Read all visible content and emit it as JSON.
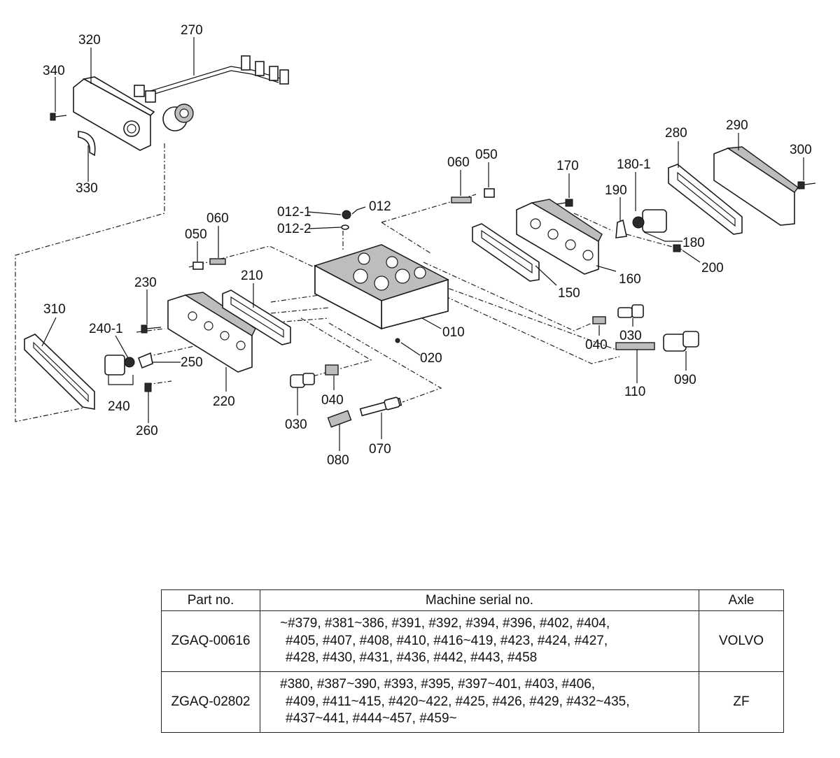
{
  "callouts": {
    "c320": "320",
    "c270": "270",
    "c340": "340",
    "c330": "330",
    "c280": "280",
    "c290": "290",
    "c300": "300",
    "c060a": "060",
    "c050a": "050",
    "c170": "170",
    "c1801": "180-1",
    "c190": "190",
    "c180": "180",
    "c200": "200",
    "c0121": "012-1",
    "c012": "012",
    "c0122": "012-2",
    "c050b": "050",
    "c060b": "060",
    "c210": "210",
    "c230": "230",
    "c150": "150",
    "c160": "160",
    "c310": "310",
    "c2401": "240-1",
    "c250": "250",
    "c240": "240",
    "c220": "220",
    "c260": "260",
    "c010": "010",
    "c020": "020",
    "c040a": "040",
    "c030a": "030",
    "c090": "090",
    "c110": "110",
    "c030b": "030",
    "c040b": "040",
    "c080": "080",
    "c070": "070"
  },
  "table": {
    "headers": {
      "part": "Part no.",
      "serial": "Machine serial no.",
      "axle": "Axle"
    },
    "rows": [
      {
        "part": "ZGAQ-00616",
        "serial_lines": [
          "~#379, #381~386, #391, #392, #394, #396, #402, #404,",
          "#405, #407, #408, #410, #416~419, #423, #424, #427,",
          "#428, #430, #431, #436, #442, #443, #458"
        ],
        "axle": "VOLVO"
      },
      {
        "part": "ZGAQ-02802",
        "serial_lines": [
          "#380, #387~390, #393, #395, #397~401, #403, #406,",
          "#409, #411~415, #420~422, #425, #426, #429, #432~435,",
          "#437~441, #444~457, #459~"
        ],
        "axle": "ZF"
      }
    ]
  }
}
